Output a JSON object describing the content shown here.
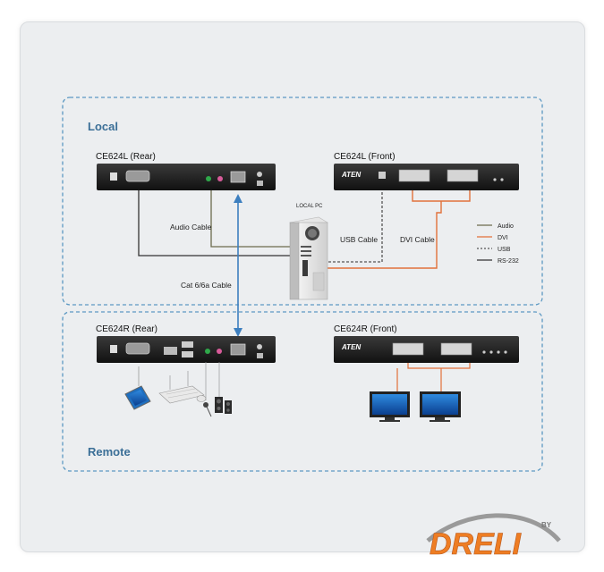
{
  "regions": {
    "local": "Local",
    "remote": "Remote"
  },
  "devices": {
    "ce624l_rear": "CE624L (Rear)",
    "ce624l_front": "CE624L (Front)",
    "ce624r_rear": "CE624R (Rear)",
    "ce624r_front": "CE624R (Front)",
    "local_pc": "LOCAL PC",
    "brand": "ATEN"
  },
  "cables": {
    "audio": "Audio Cable",
    "usb": "USB Cable",
    "dvi": "DVI Cable",
    "cat": "Cat 6/6a Cable"
  },
  "legend": [
    {
      "label": "Audio",
      "color": "#6b6b4e",
      "style": "solid"
    },
    {
      "label": "DVI",
      "color": "#e2703a",
      "style": "solid"
    },
    {
      "label": "USB",
      "color": "#555555",
      "style": "dashed"
    },
    {
      "label": "RS-232",
      "color": "#333333",
      "style": "solid"
    }
  ],
  "colors": {
    "region_border": "#5b98c2",
    "cat_cable": "#3d7fbf",
    "dvi_cable": "#e2703a"
  },
  "watermark": {
    "logo_text": "DRELI",
    "logo_by": "BY"
  }
}
